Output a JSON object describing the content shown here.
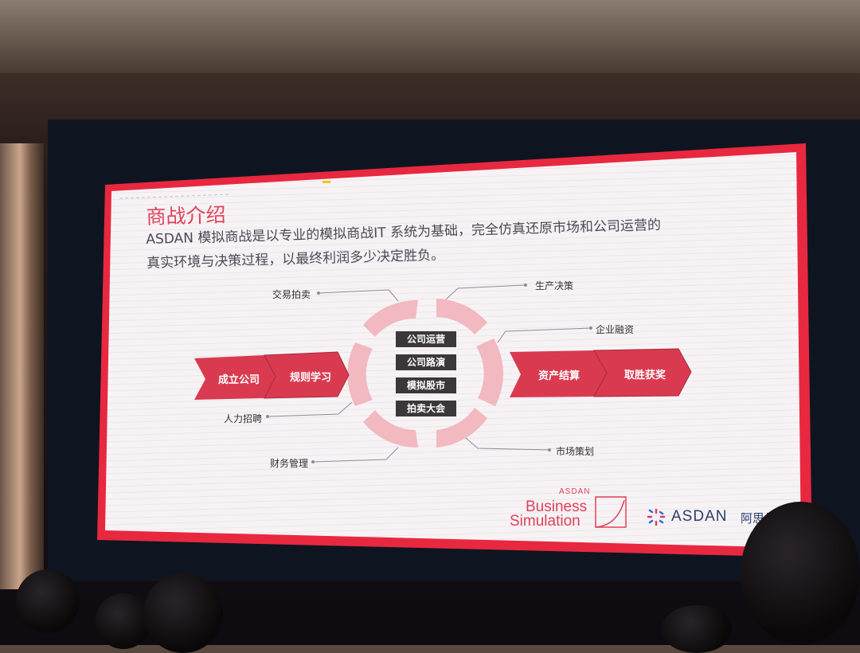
{
  "slide": {
    "title": "商战介绍",
    "description": "ASDAN 模拟商战是以专业的模拟商战IT 系统为基础，完全仿真还原市场和公司运营的真实环境与决策过程，以最终利润多少决定胜负。"
  },
  "flow": {
    "left_steps": [
      "成立公司",
      "规则学习"
    ],
    "right_steps": [
      "资产结算",
      "取胜获奖"
    ]
  },
  "center_items": [
    "公司运营",
    "公司路演",
    "模拟股市",
    "拍卖大会"
  ],
  "cycle_labels": {
    "trade_auction": "交易拍卖",
    "production": "生产决策",
    "financing": "企业融资",
    "hr": "人力招聘",
    "finance_mgmt": "财务管理",
    "marketing": "市场策划"
  },
  "logos": {
    "bs_small": "ASDAN",
    "bs_line1": "Business",
    "bs_line2": "Simulation",
    "asdan": "ASDAN",
    "asdan_cn": "阿思丹"
  },
  "colors": {
    "accent": "#e0415a",
    "chevron": "#d93a50",
    "ring": "#f2b9c1",
    "dark_box": "#3a3838"
  }
}
